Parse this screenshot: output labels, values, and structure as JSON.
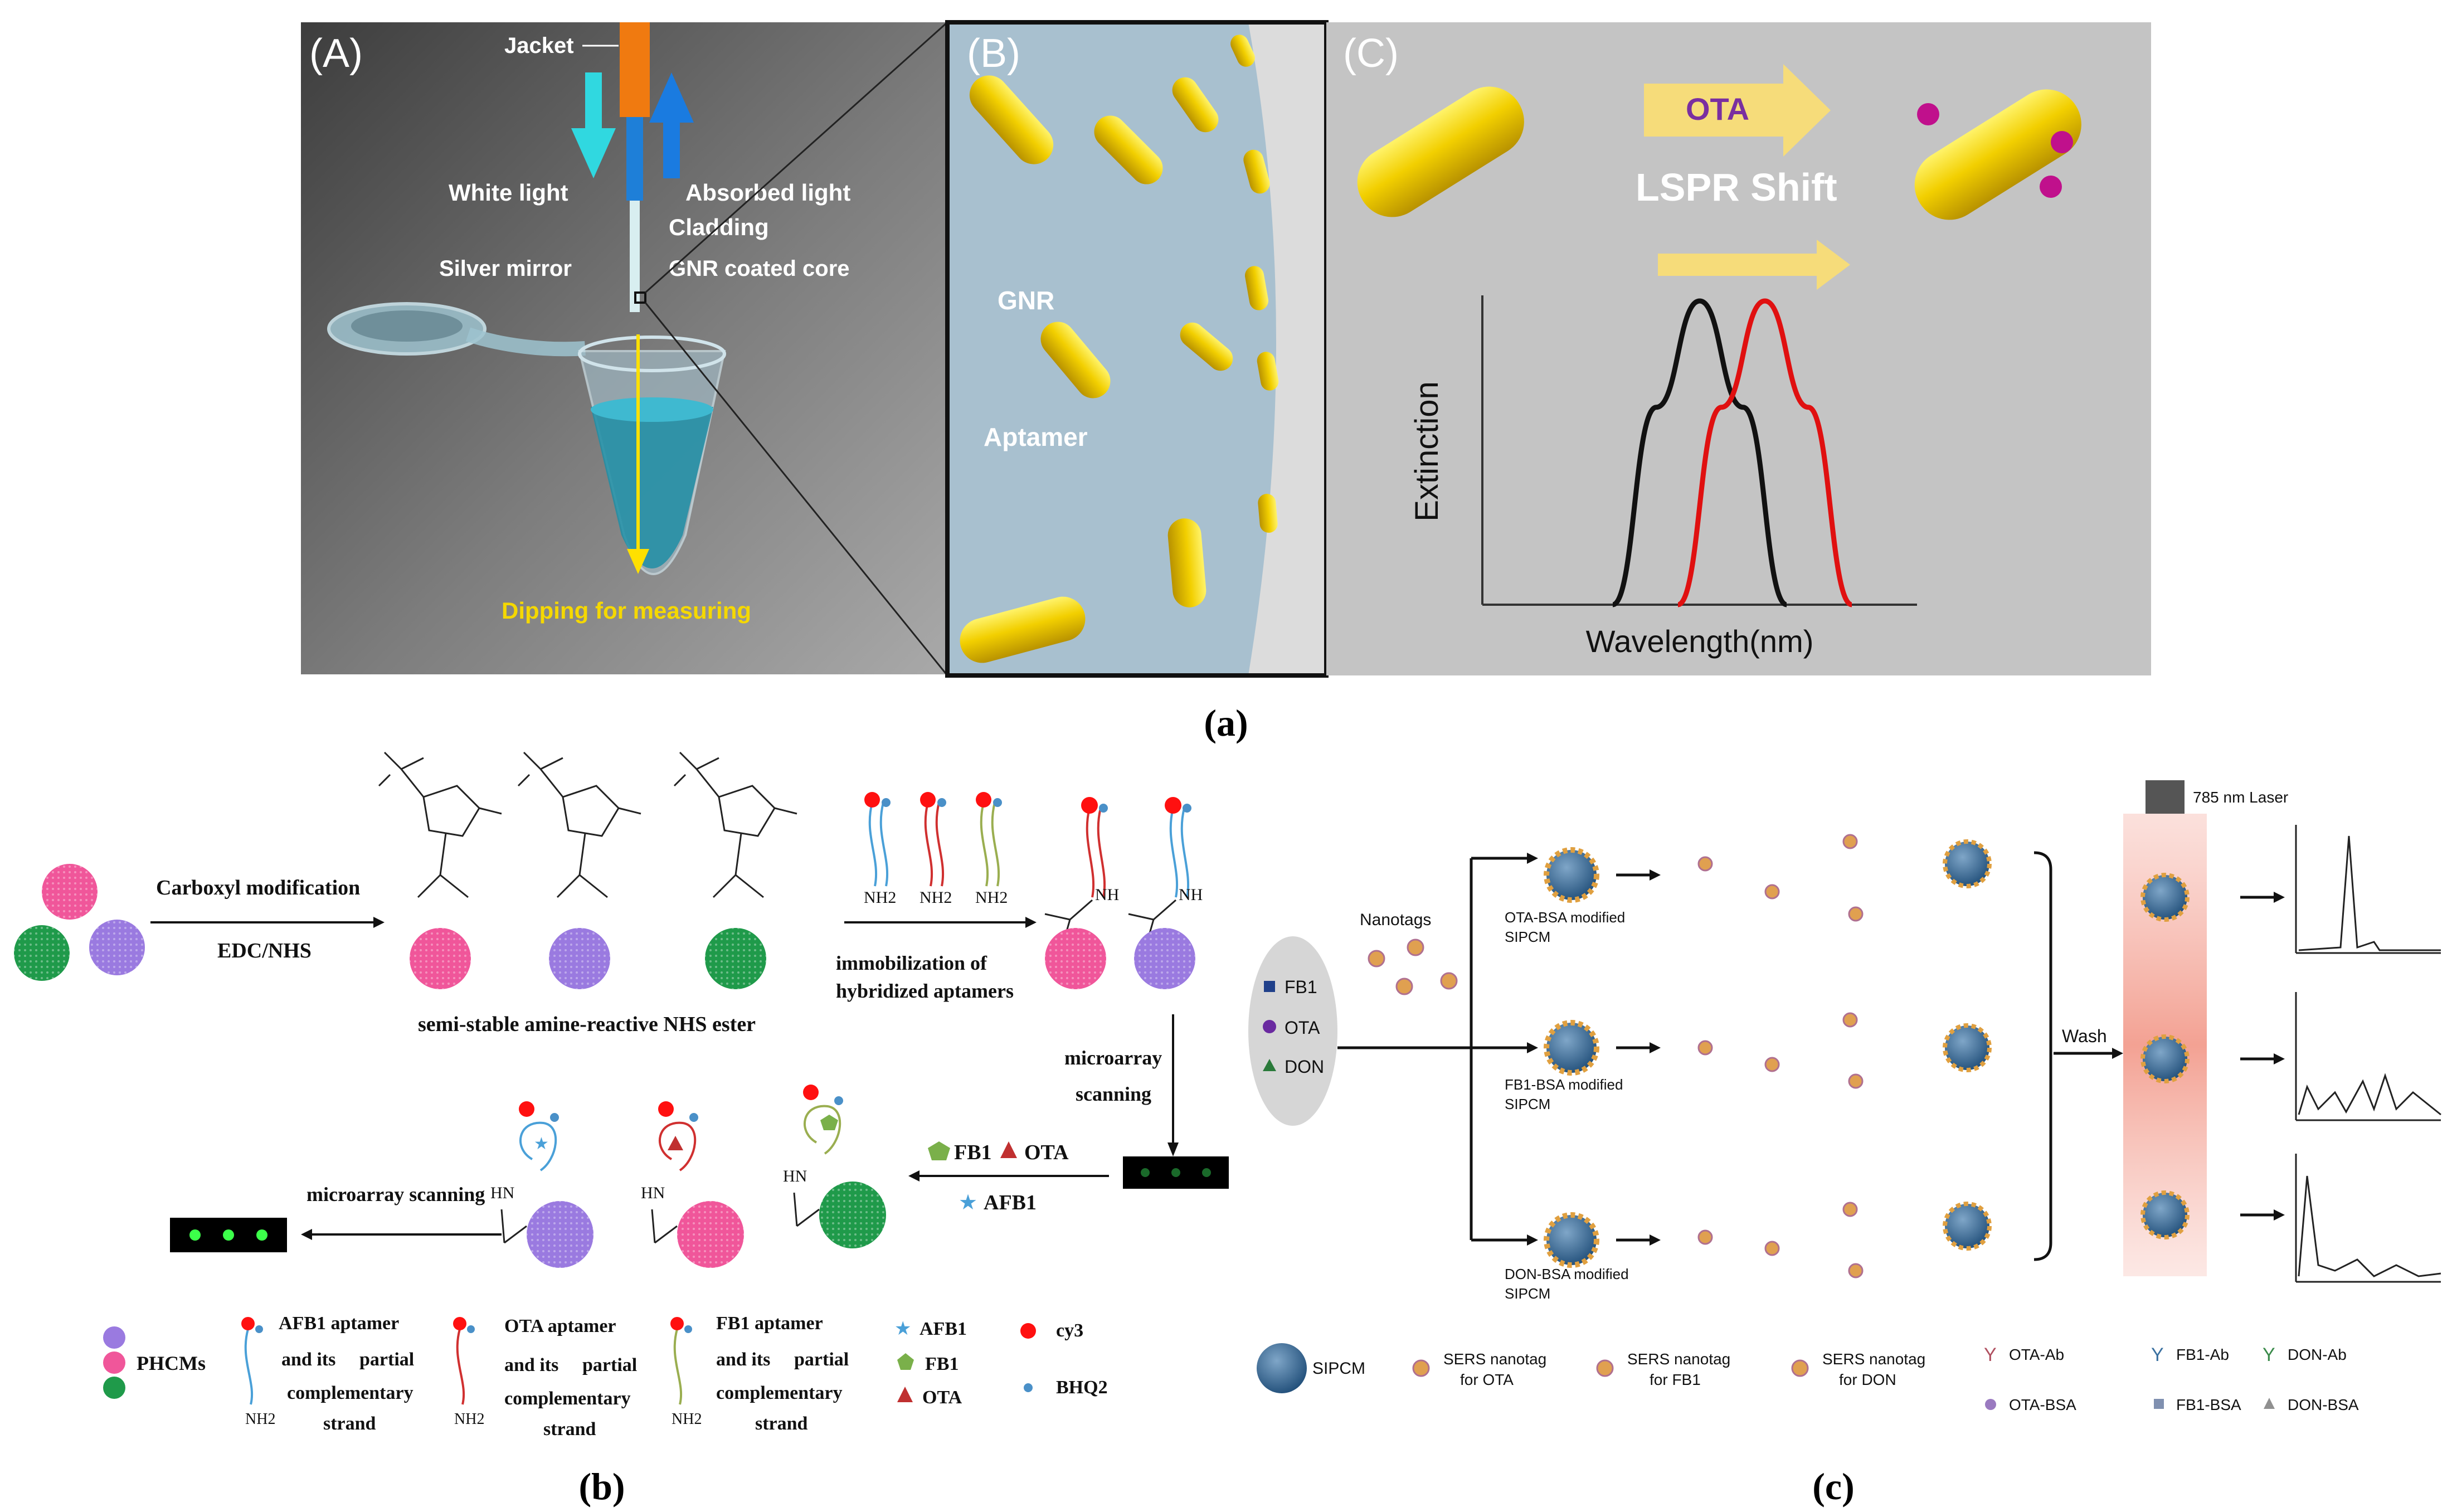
{
  "panel_a": {
    "caption": "(a)",
    "sub_A": {
      "label": "(A)",
      "jacket": "Jacket",
      "white_light": "White light",
      "absorbed_light": "Absorbed light",
      "cladding": "Cladding",
      "silver_mirror": "Silver mirror",
      "gnr_core": "GNR coated core",
      "dipping": "Dipping for measuring"
    },
    "sub_B": {
      "label": "(B)",
      "gnr": "GNR",
      "aptamer": "Aptamer"
    },
    "sub_C": {
      "label": "(C)",
      "ota": "OTA",
      "lspr": "LSPR Shift",
      "ylabel": "Extinction",
      "xlabel": "Wavelength(nm)"
    }
  },
  "chart_data": {
    "type": "line",
    "title": "",
    "xlabel": "Wavelength(nm)",
    "ylabel": "Extinction",
    "series": [
      {
        "color": "#111111",
        "x": [
          0.3,
          0.4,
          0.5,
          0.6,
          0.7
        ],
        "y": [
          0,
          0.65,
          1.0,
          0.65,
          0
        ]
      },
      {
        "color": "#e01010",
        "x": [
          0.45,
          0.55,
          0.65,
          0.75,
          0.85
        ],
        "y": [
          0,
          0.65,
          1.0,
          0.65,
          0
        ]
      }
    ]
  },
  "panel_b": {
    "caption": "(b)",
    "carboxyl": "Carboxyl modification",
    "edc": "EDC/NHS",
    "nhs": "semi-stable amine-reactive NHS ester",
    "immob1": "immobilization of",
    "immob2": "hybridized aptamers",
    "nh2": "NH2",
    "nh": "NH",
    "hn": "HN",
    "microarray1": "microarray",
    "microarray2": "scanning",
    "microarray_scanning": "microarray scanning",
    "fb1": "FB1",
    "ota": "OTA",
    "afb1": "AFB1",
    "legend": {
      "phcms": "PHCMs",
      "afb1_apt": "AFB1 aptamer",
      "ota_apt": "OTA aptamer",
      "fb1_apt": "FB1 aptamer",
      "and_its": "and its",
      "partial": "partial",
      "complementary": "complementary",
      "strand": "strand",
      "afb1": "AFB1",
      "fb1": "FB1",
      "ota": "OTA",
      "cy3": "cy3",
      "bhq2": "BHQ2"
    }
  },
  "panel_c": {
    "caption": "(c)",
    "nanotags": "Nanotags",
    "fb1": "FB1",
    "ota": "OTA",
    "don": "DON",
    "ota_bsa": "OTA-BSA modified",
    "fb1_bsa": "FB1-BSA modified",
    "don_bsa": "DON-BSA modified",
    "sipcm": "SIPCM",
    "wash": "Wash",
    "laser": "785 nm Laser",
    "legend": {
      "sipcm": "SIPCM",
      "sers1": "SERS nanotag",
      "for_ota": "for OTA",
      "for_fb1": "for FB1",
      "for_don": "for DON",
      "ota_ab": "OTA-Ab",
      "fb1_ab": "FB1-Ab",
      "don_ab": "DON-Ab",
      "ota_bsa": "OTA-BSA",
      "fb1_bsa": "FB1-BSA",
      "don_bsa": "DON-BSA"
    }
  }
}
